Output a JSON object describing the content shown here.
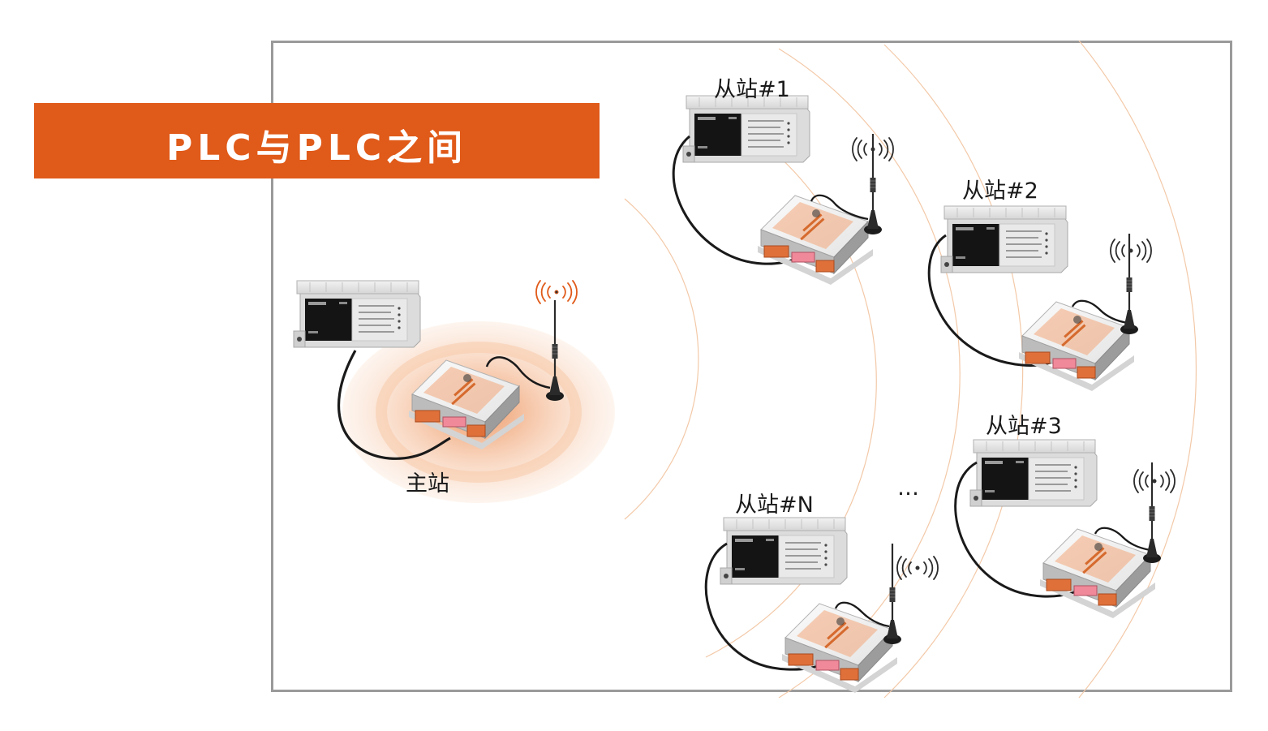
{
  "title": "PLC与PLC之间",
  "colors": {
    "accent": "#e05a19",
    "frame": "#9a9a9a",
    "wave": "#f3c9a8"
  },
  "master": {
    "label": "主站"
  },
  "slaves": [
    {
      "label": "从站#1"
    },
    {
      "label": "从站#2"
    },
    {
      "label": "从站#3"
    },
    {
      "label": "从站#N"
    }
  ],
  "ellipsis": "…",
  "icons": [
    "plc-icon",
    "wireless-module-icon",
    "antenna-icon",
    "signal-waves-icon"
  ]
}
